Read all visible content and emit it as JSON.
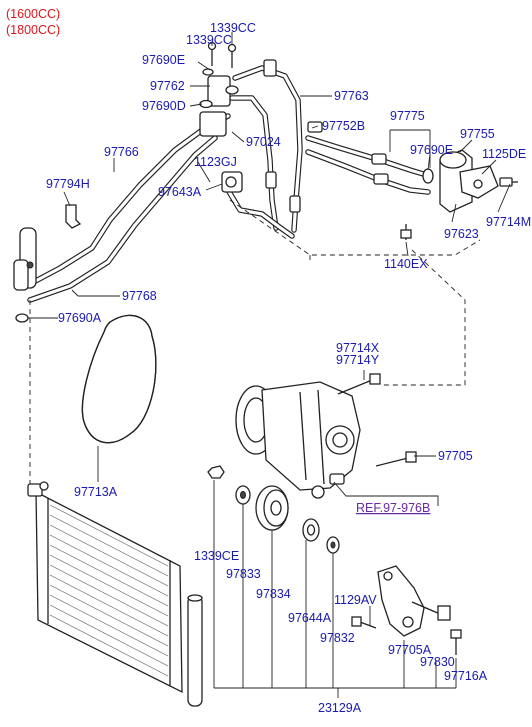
{
  "header": {
    "variant_1": "(1600CC)",
    "variant_2": "(1800CC)"
  },
  "callouts": {
    "p1339CC_a": "1339CC",
    "p1339CC_b": "1339CC",
    "p97690E_a": "97690E",
    "p97762": "97762",
    "p97690D": "97690D",
    "p97763": "97763",
    "p97752B": "97752B",
    "p97775": "97775",
    "p97755": "97755",
    "p1125DE": "1125DE",
    "p97766": "97766",
    "p97024": "97024",
    "p97690E_b": "97690E",
    "p1123GJ": "1123GJ",
    "p97643A": "97643A",
    "p97794H": "97794H",
    "p97714M": "97714M",
    "p97623": "97623",
    "p1140EX": "1140EX",
    "p97768": "97768",
    "p97690A": "97690A",
    "p97714X": "97714X",
    "p97714Y": "97714Y",
    "p97705": "97705",
    "p97713A": "97713A",
    "ref": "REF.97-976B",
    "p1339CE": "1339CE",
    "p97833": "97833",
    "p97834": "97834",
    "p97644A": "97644A",
    "p97832": "97832",
    "p1129AV": "1129AV",
    "p97705A": "97705A",
    "p97830": "97830",
    "p97716A": "97716A",
    "p23129A": "23129A"
  },
  "colors": {
    "label": "#1a1ab0",
    "header": "#e0151b",
    "reference_link": "#6a2aa8"
  }
}
